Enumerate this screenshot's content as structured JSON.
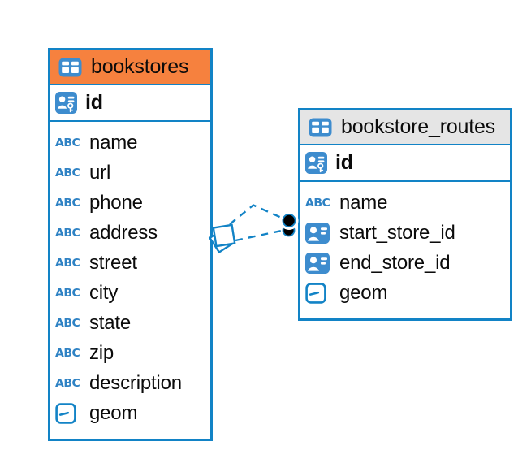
{
  "colors": {
    "accent_blue": "#1283C6",
    "icon_blue": "#3D8CCE",
    "abc_blue": "#2E82C4",
    "bookstores_header_bg": "#F6813E",
    "routes_header_bg": "#E5E5E5",
    "text": "#0b0b0b",
    "endpoint_dot": "#000000",
    "background": "#ffffff"
  },
  "icons": {
    "text_type_glyph": "ABC"
  },
  "tables": [
    {
      "name": "bookstores",
      "header_bg": "#F6813E",
      "primary_key": {
        "label": "id"
      },
      "columns": [
        {
          "label": "name",
          "type": "text"
        },
        {
          "label": "url",
          "type": "text"
        },
        {
          "label": "phone",
          "type": "text"
        },
        {
          "label": "address",
          "type": "text"
        },
        {
          "label": "street",
          "type": "text"
        },
        {
          "label": "city",
          "type": "text"
        },
        {
          "label": "state",
          "type": "text"
        },
        {
          "label": "zip",
          "type": "text"
        },
        {
          "label": "description",
          "type": "text"
        },
        {
          "label": "geom",
          "type": "geometry"
        }
      ]
    },
    {
      "name": "bookstore_routes",
      "header_bg": "#E5E5E5",
      "primary_key": {
        "label": "id"
      },
      "columns": [
        {
          "label": "name",
          "type": "text"
        },
        {
          "label": "start_store_id",
          "type": "reference"
        },
        {
          "label": "end_store_id",
          "type": "reference"
        },
        {
          "label": "geom",
          "type": "geometry"
        }
      ]
    }
  ],
  "relationships": [
    {
      "from_table": "bookstores",
      "to_table": "bookstore_routes",
      "line_style": "dashed",
      "source_symbol": "stacked-squares",
      "target_symbol": "black-dot"
    },
    {
      "from_table": "bookstores",
      "to_table": "bookstore_routes",
      "line_style": "dashed",
      "source_symbol": "stacked-squares",
      "target_symbol": "black-dot"
    }
  ]
}
